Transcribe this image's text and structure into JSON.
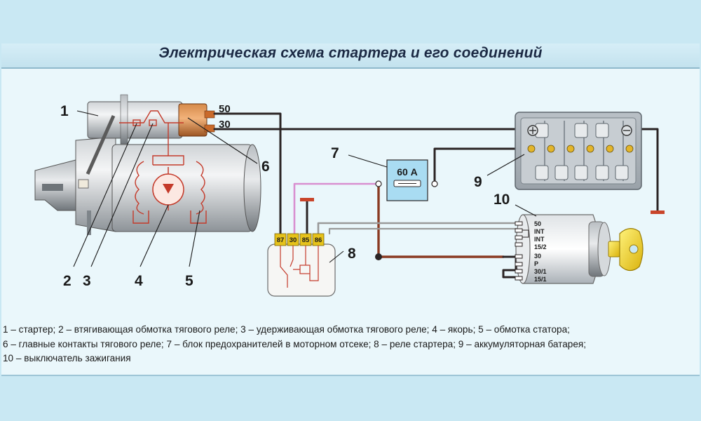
{
  "title": "Электрическая схема стартера и его соединений",
  "callouts": {
    "n1": "1",
    "n2": "2",
    "n3": "3",
    "n4": "4",
    "n5": "5",
    "n6": "6",
    "n7": "7",
    "n8": "8",
    "n9": "9",
    "n10": "10"
  },
  "starter_terminals": {
    "t50": "50",
    "t30": "30"
  },
  "fuse_label": "60 А",
  "relay_pins": [
    "87",
    "30",
    "85",
    "86"
  ],
  "ignition_terminals": [
    "50",
    "INT",
    "INT",
    "15/2",
    "30",
    "P",
    "30/1",
    "15/1"
  ],
  "caption": {
    "line1": "1 – стартер; 2 – втягивающая обмотка тягового реле; 3 – удерживающая обмотка тягового реле; 4 – якорь; 5 – обмотка статора;",
    "line2": "6 – главные контакты тягового реле; 7 – блок предохранителей в моторном отсеке; 8 – реле стартера; 9 – аккумуляторная батарея;",
    "line3": "10 – выключатель зажигания"
  },
  "colors": {
    "background": "#c9e8f3",
    "panel": "#eaf7fb",
    "wire_dark": "#2b2424",
    "wire_brown": "#8a3a22",
    "wire_pink": "#d98fd0",
    "wire_gray": "#9a9a9a",
    "relay_pin": "#e6c21a",
    "fuse_box": "#a9dcf2",
    "key": "#f2d91c",
    "winding": "#c43a2a"
  }
}
